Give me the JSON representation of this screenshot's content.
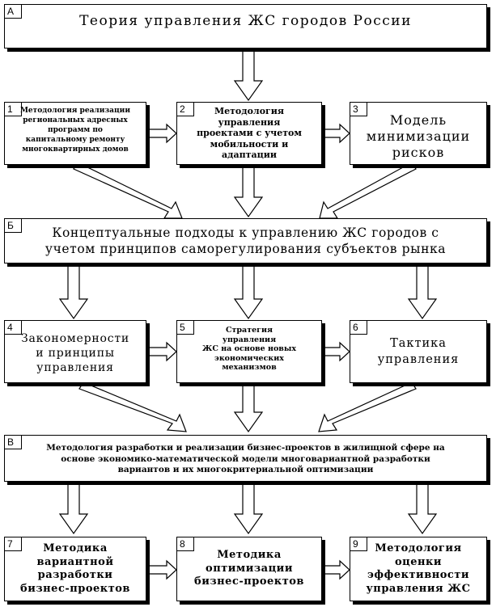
{
  "header": {
    "tag": "А",
    "title": "Теория управления ЖС городов России"
  },
  "row1": [
    {
      "num": "1",
      "lines": [
        "Методология реализации",
        "региональных адресных",
        "программ по",
        "капитальному ремонту",
        "многоквартирных домов"
      ]
    },
    {
      "num": "2",
      "lines": [
        "Методология",
        "управления",
        "проектами с учетом",
        "мобильности и",
        "адаптации"
      ]
    },
    {
      "num": "3",
      "lines": [
        "Модель",
        "минимизации",
        "рисков"
      ]
    }
  ],
  "section_b": {
    "tag": "Б",
    "lines": [
      "Концептуальные подходы к управлению ЖС городов с",
      "учетом принципов саморегулирования субъектов рынка"
    ]
  },
  "row2": [
    {
      "num": "4",
      "lines": [
        "Закономерности",
        "и принципы",
        "управления"
      ]
    },
    {
      "num": "5",
      "lines": [
        "Стратегия",
        "управления",
        "ЖС на основе новых",
        "экономических",
        "механизмов"
      ]
    },
    {
      "num": "6",
      "lines": [
        "Тактика",
        "управления"
      ]
    }
  ],
  "section_v": {
    "tag": "В",
    "lines": [
      "Методология разработки и реализации бизнес-проектов в жилищной сфере на",
      "основе экономико-математической модели многовариантной разработки",
      "вариантов и их многокритериальной оптимизации"
    ]
  },
  "row3": [
    {
      "num": "7",
      "lines": [
        "Методика",
        "вариантной",
        "разработки",
        "бизнес-проектов"
      ]
    },
    {
      "num": "8",
      "lines": [
        "Методика",
        "оптимизации",
        "бизнес-проектов"
      ]
    },
    {
      "num": "9",
      "lines": [
        "Методология",
        "оценки",
        "эффективности",
        "управления ЖС"
      ]
    }
  ]
}
